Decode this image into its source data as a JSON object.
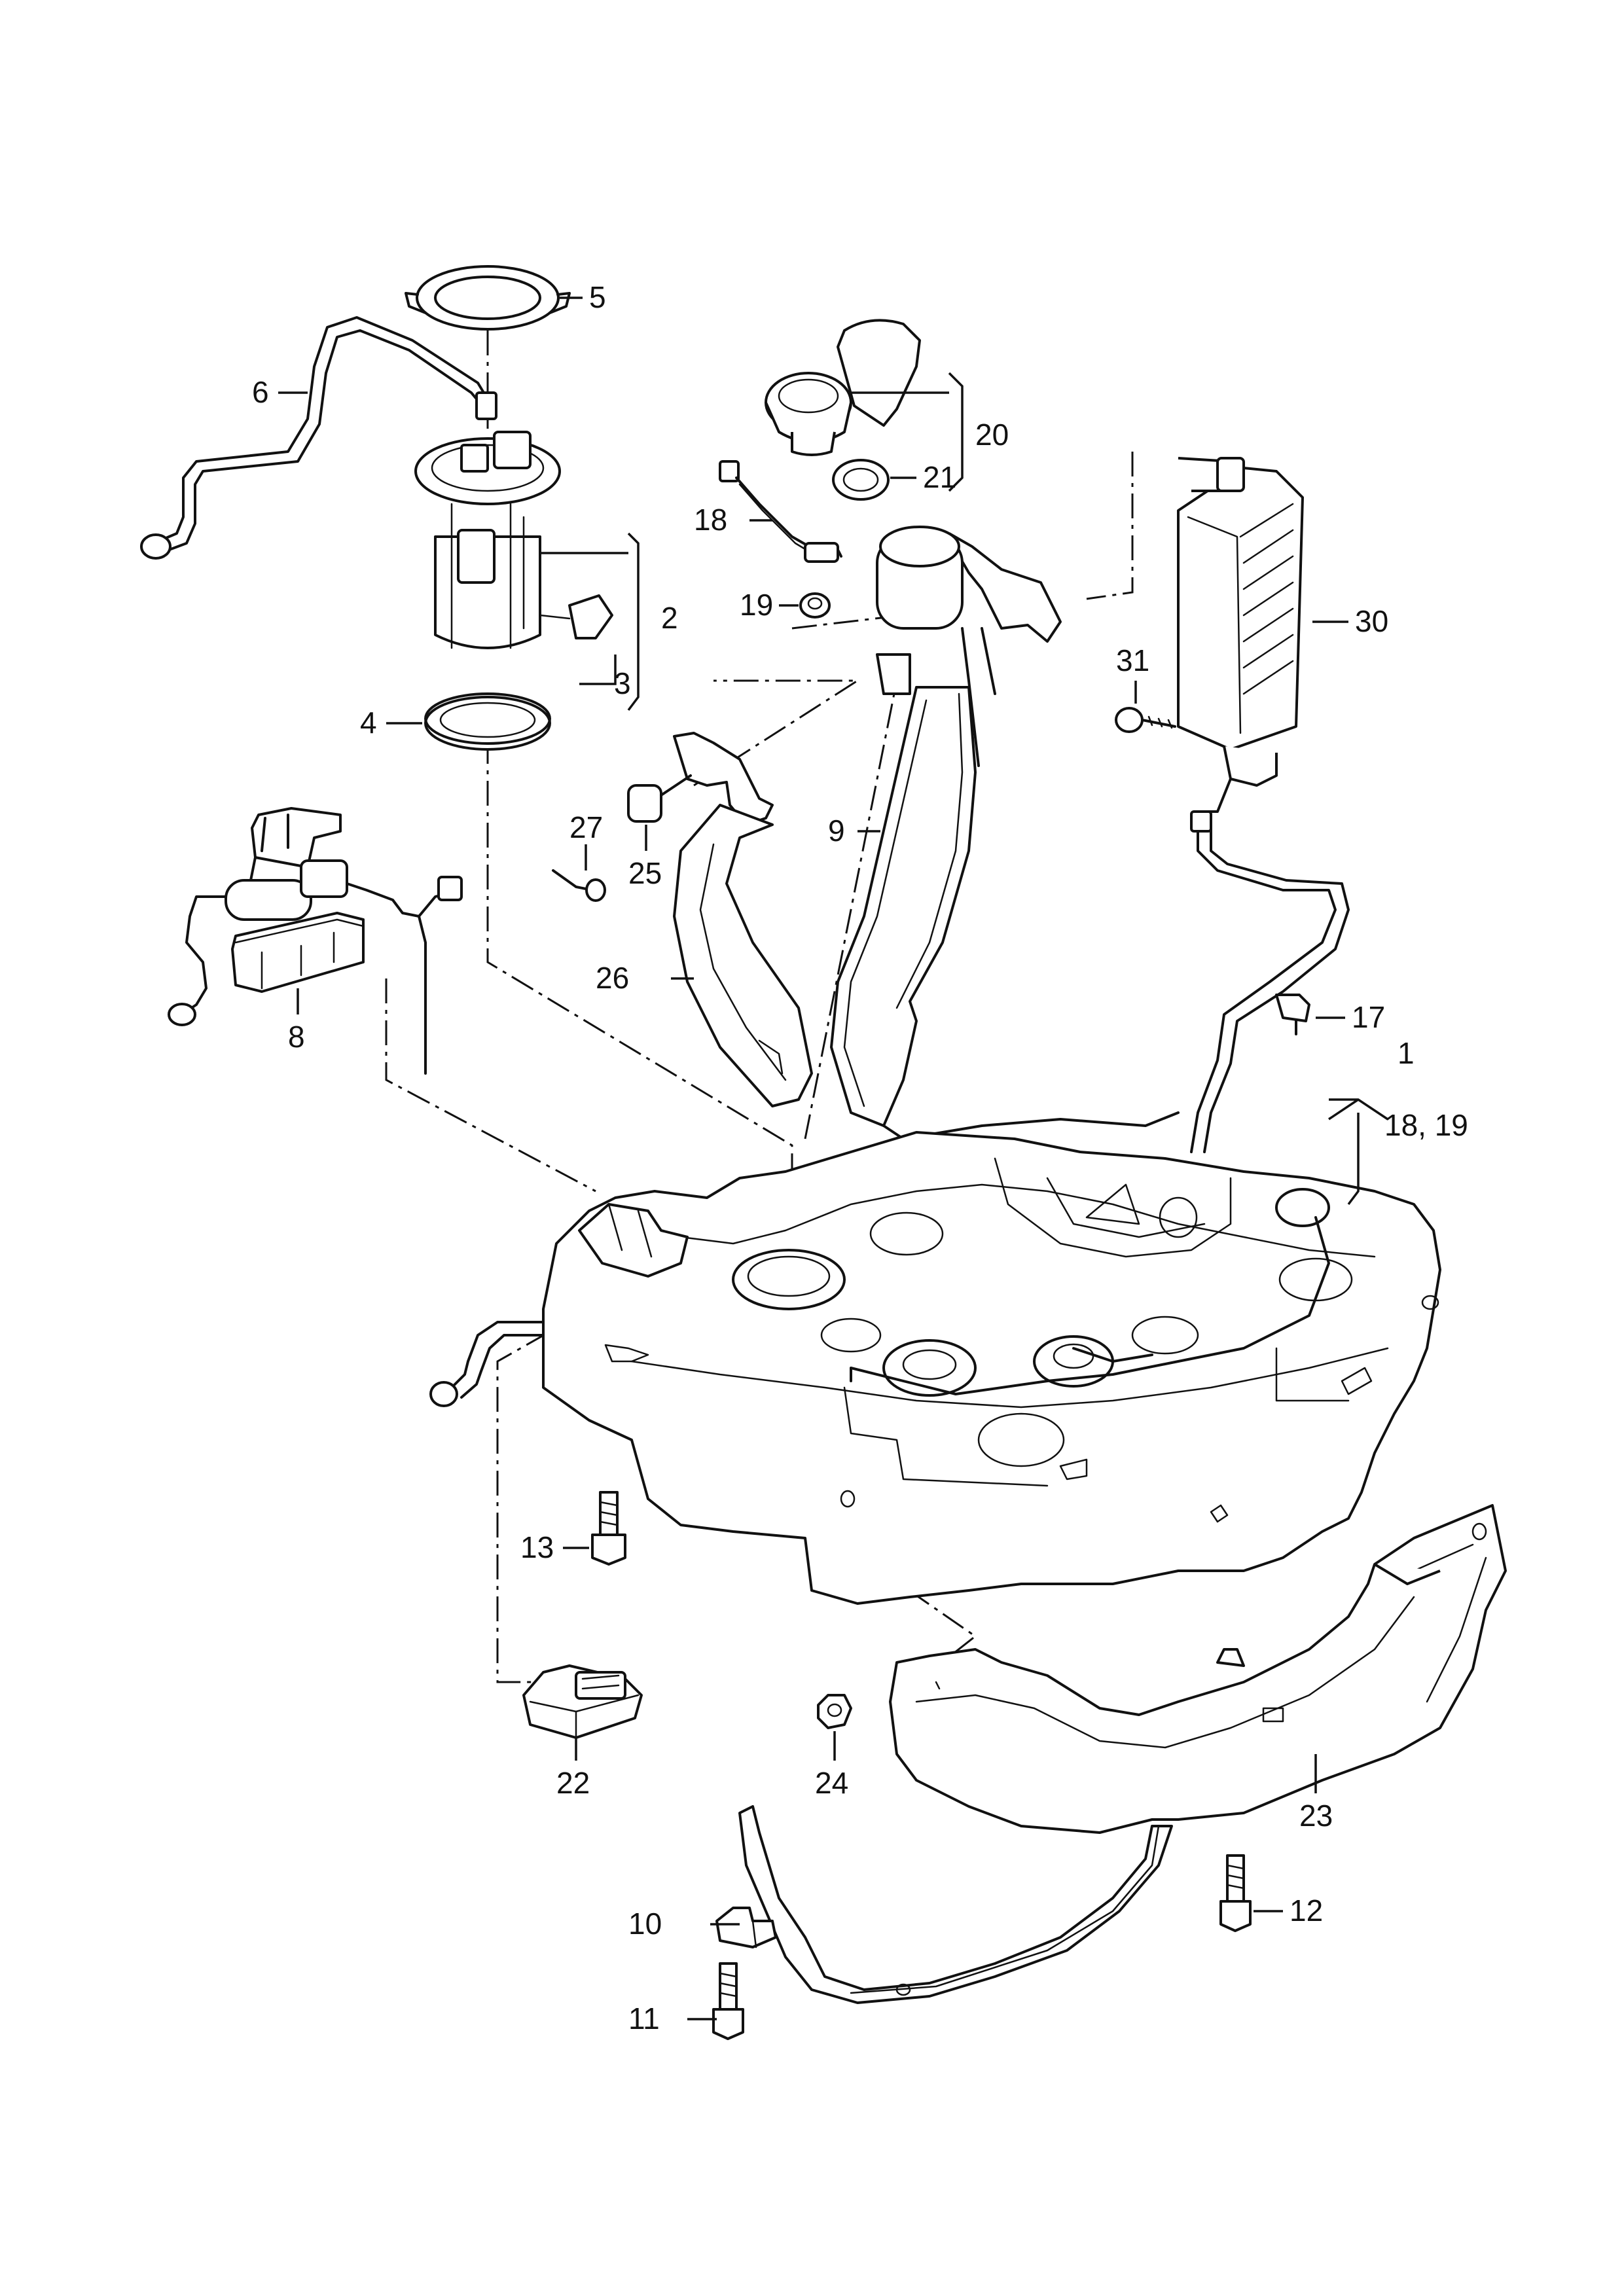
{
  "colors": {
    "ink": "#111111",
    "background": "#ffffff"
  },
  "callouts": {
    "c1": "1",
    "c1_sub": "18, 19",
    "c2": "2",
    "c3": "3",
    "c4": "4",
    "c5": "5",
    "c6": "6",
    "c8": "8",
    "c9": "9",
    "c10": "10",
    "c11": "11",
    "c12": "12",
    "c13": "13",
    "c17": "17",
    "c18": "18",
    "c19": "19",
    "c20": "20",
    "c21": "21",
    "c22": "22",
    "c23": "23",
    "c24": "24",
    "c25": "25",
    "c26": "26",
    "c27": "27",
    "c30": "30",
    "c31": "31"
  }
}
